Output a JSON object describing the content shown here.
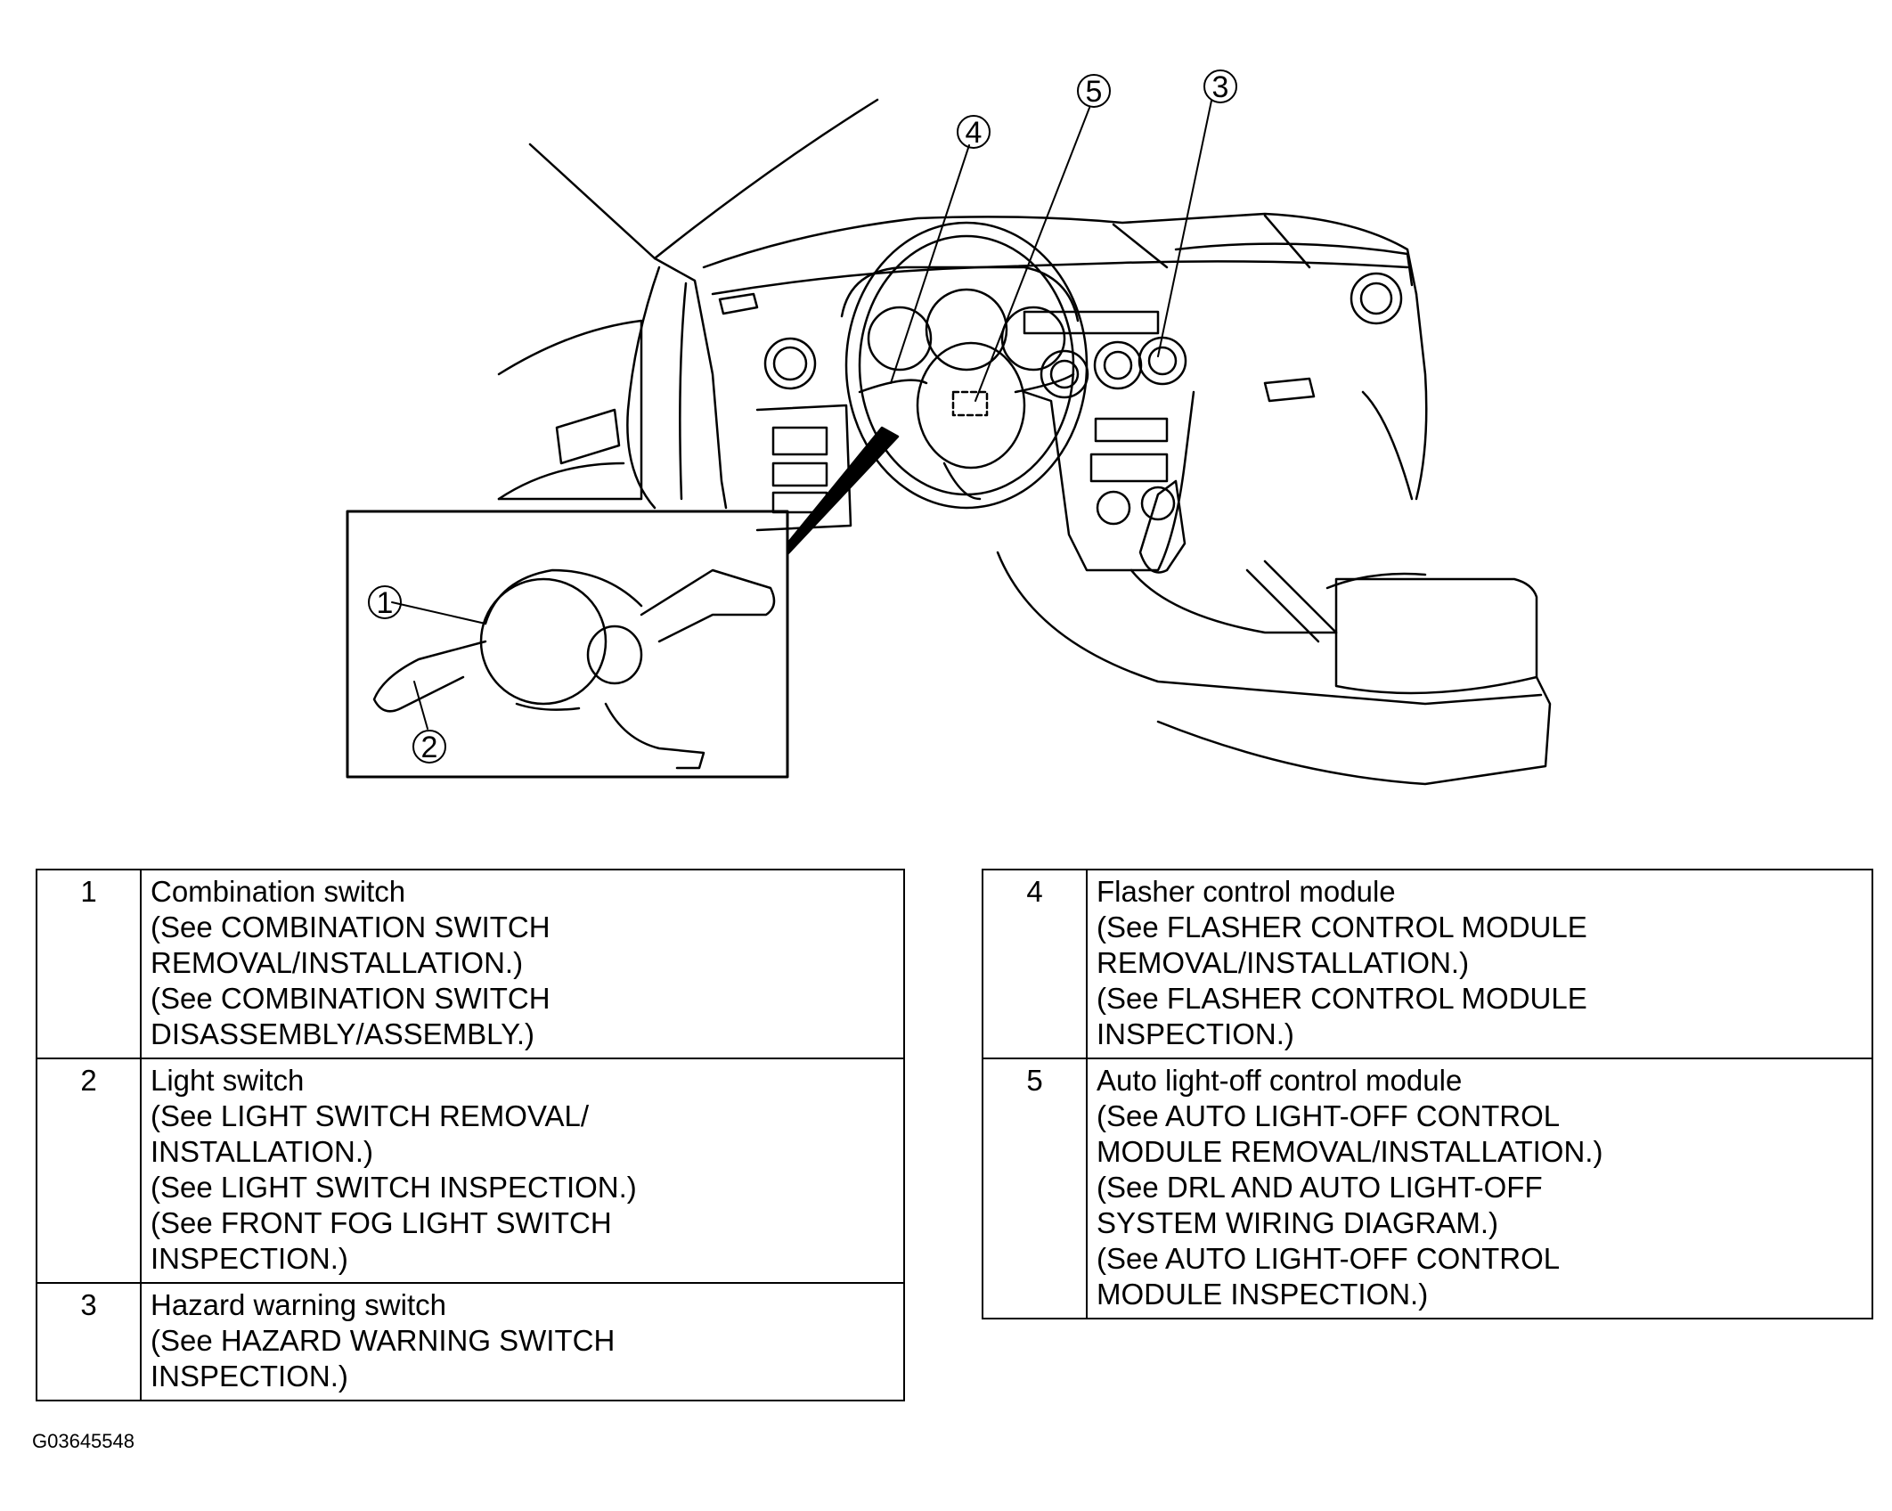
{
  "diagram": {
    "callouts": [
      "1",
      "2",
      "3",
      "4",
      "5"
    ]
  },
  "legend": {
    "left": [
      {
        "num": "1",
        "lines": [
          "Combination switch",
          "(See  COMBINATION SWITCH",
          "REMOVAL/INSTALLATION.)",
          "(See COMBINATION SWITCH",
          "DISASSEMBLY/ASSEMBLY.)"
        ]
      },
      {
        "num": "2",
        "lines": [
          "Light switch",
          "(See  LIGHT SWITCH REMOVAL/",
          "INSTALLATION.)",
          "(See  LIGHT SWITCH INSPECTION.)",
          "(See FRONT FOG LIGHT SWITCH",
          "INSPECTION.)"
        ]
      },
      {
        "num": "3",
        "lines": [
          "Hazard warning switch",
          "(See  HAZARD WARNING SWITCH",
          "INSPECTION.)"
        ]
      }
    ],
    "right": [
      {
        "num": "4",
        "lines": [
          "Flasher control module",
          "(See  FLASHER CONTROL MODULE",
          "REMOVAL/INSTALLATION.)",
          "(See  FLASHER CONTROL MODULE",
          "INSPECTION.)"
        ]
      },
      {
        "num": "5",
        "lines": [
          "Auto light-off control module",
          "(See  AUTO LIGHT-OFF CONTROL",
          "MODULE REMOVAL/INSTALLATION.)",
          "(See DRL AND AUTO LIGHT-OFF",
          "SYSTEM WIRING DIAGRAM.)",
          "(See  AUTO LIGHT-OFF CONTROL",
          "MODULE INSPECTION.)"
        ]
      }
    ]
  },
  "figure_id": "G03645548"
}
